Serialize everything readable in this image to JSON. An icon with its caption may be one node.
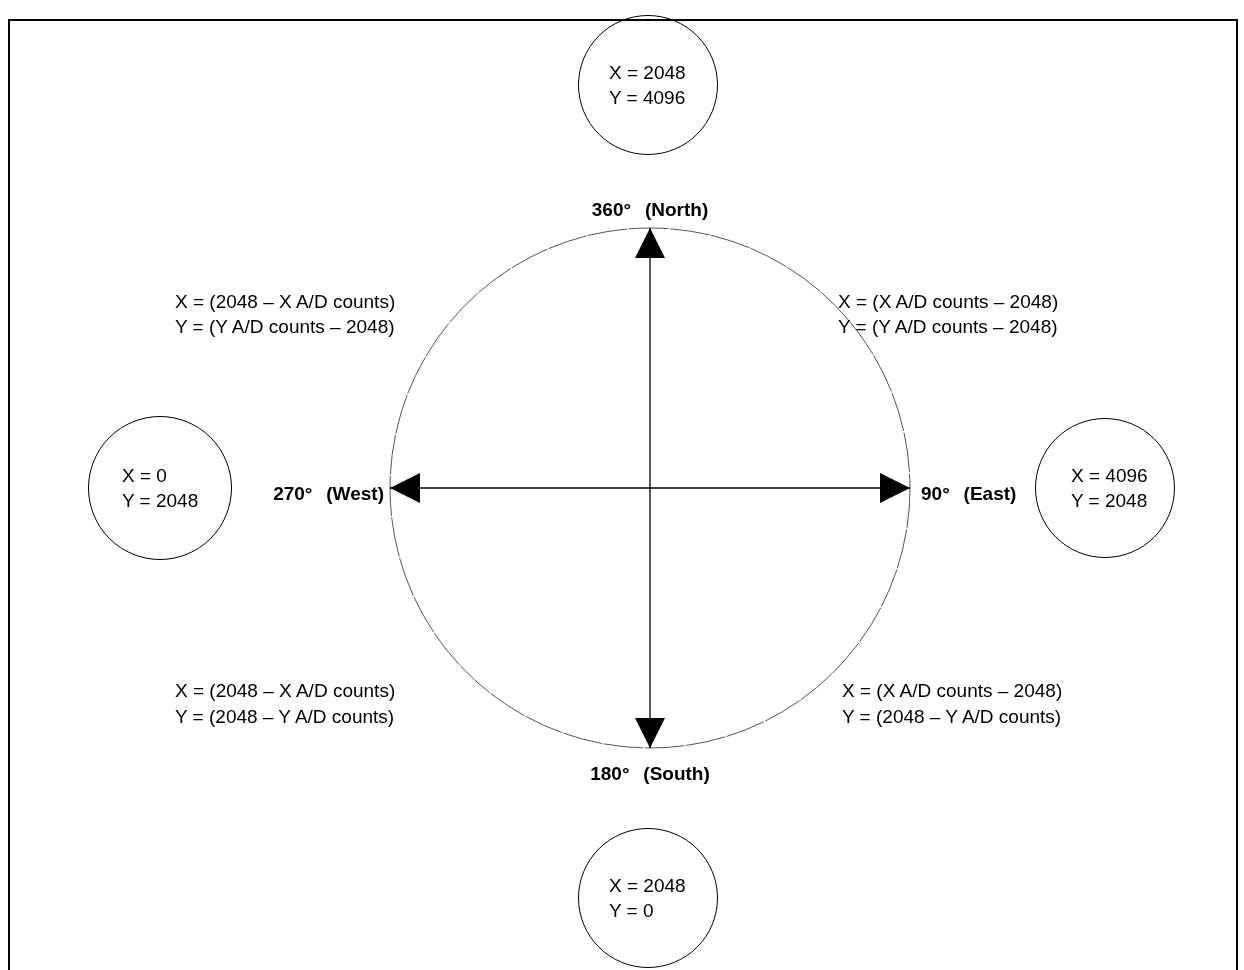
{
  "diagram": {
    "nodes": [
      {
        "text": [
          "X = 2048",
          "Y = 4096"
        ]
      },
      {
        "text": [
          "X = 0",
          "Y = 2048"
        ]
      },
      {
        "text": [
          "X = 4096",
          "Y = 2048"
        ]
      },
      {
        "text": [
          "X = 2048",
          "Y = 0"
        ]
      }
    ],
    "labels": [
      "360° (North)",
      "X = (2048 – X A/D counts)",
      "Y = (Y A/D counts – 2048)",
      "X = (X A/D counts – 2048)",
      "Y = (Y A/D counts – 2048)",
      "270° (West)",
      "90° (East)",
      "X = (2048 – X A/D counts)",
      "Y = (2048 – Y A/D counts)",
      "X = (X A/D counts – 2048)",
      "Y = (2048 – Y A/D counts)",
      "180° (South)"
    ]
  }
}
